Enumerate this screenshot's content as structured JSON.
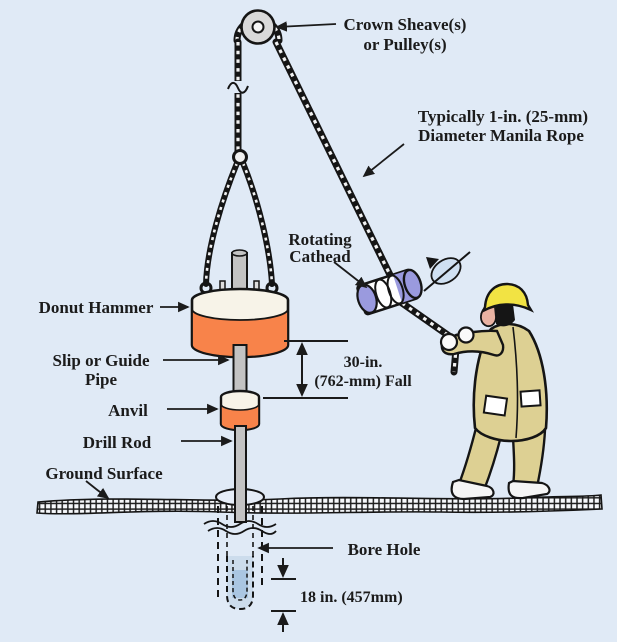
{
  "labels": {
    "crown_line1": "Crown Sheave(s)",
    "crown_line2": "or Pulley(s)",
    "rope_line1": "Typically 1-in. (25-mm)",
    "rope_line2": "Diameter Manila Rope",
    "cathead_line1": "Rotating",
    "cathead_line2": "Cathead",
    "donut_hammer": "Donut Hammer",
    "guide_line1": "Slip or Guide",
    "guide_line2": "Pipe",
    "anvil": "Anvil",
    "drill_rod": "Drill Rod",
    "ground_surface": "Ground Surface",
    "fall_line1": "30-in.",
    "fall_line2": "(762-mm) Fall",
    "bore_hole": "Bore Hole",
    "depth": "18 in. (457mm)"
  },
  "colors": {
    "background": "#e0eaf6",
    "hammer_orange": "#f8834a",
    "hammer_cap": "#f7f3e8",
    "rod_gray": "#c3c3c3",
    "coverall_khaki": "#ddd093",
    "hardhat_yellow": "#f2e343",
    "cathead_purple": "#9a9ade",
    "pulley_gray": "#d9d9d9",
    "borehole_blue": "#ccdcec",
    "sampler_blue": "#aac6e2",
    "shade_blue": "#cfe0f2",
    "skin": "#e9b2a2",
    "outline": "#151515"
  }
}
